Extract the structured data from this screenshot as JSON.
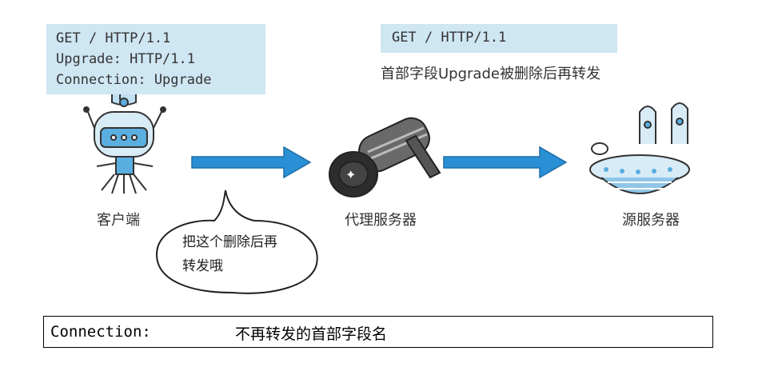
{
  "client_request": {
    "lines": [
      "GET / HTTP/1.1",
      "Upgrade: HTTP/1.1",
      "Connection: Upgrade"
    ]
  },
  "forwarded_request": {
    "line": "GET / HTTP/1.1",
    "note": "首部字段Upgrade被删除后再转发"
  },
  "nodes": {
    "client": "客户端",
    "proxy": "代理服务器",
    "origin": "源服务器"
  },
  "speech_bubble": {
    "line1": "把这个删除后再",
    "line2": "转发哦"
  },
  "caption": {
    "field": "Connection:",
    "description": "不再转发的首部字段名"
  },
  "colors": {
    "header_box": "#cfe6f3",
    "arrow": "#2a8fd4",
    "accent": "#5aaee0"
  }
}
